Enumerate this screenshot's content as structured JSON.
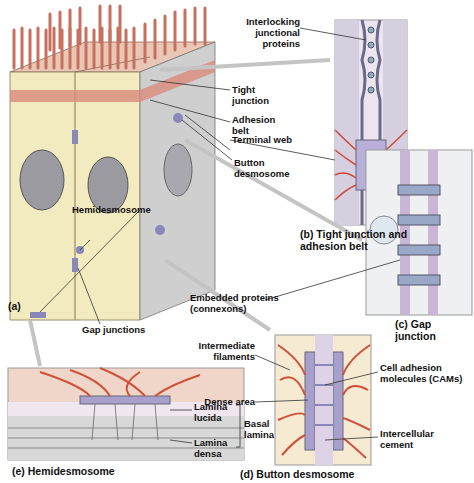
{
  "diagram": {
    "labels": [
      "Interlocking junctional proteins",
      "Tight junction",
      "Adhesion belt",
      "Terminal web",
      "Button desmosome",
      "(b) Tight junction and adhesion belt",
      "Embedded proteins (connexons)",
      "(c) Gap junction",
      "(a)",
      "Hemidesmosome",
      "Gap junctions",
      "Intermediate filaments",
      "Cell adhesion molecules (CAMs)",
      "Dense area",
      "Lamina lucida",
      "Basal lamina",
      "Lamina densa",
      "Intercellular cement",
      "(e) Hemidesmosome",
      "(d) Button desmosome"
    ]
  }
}
